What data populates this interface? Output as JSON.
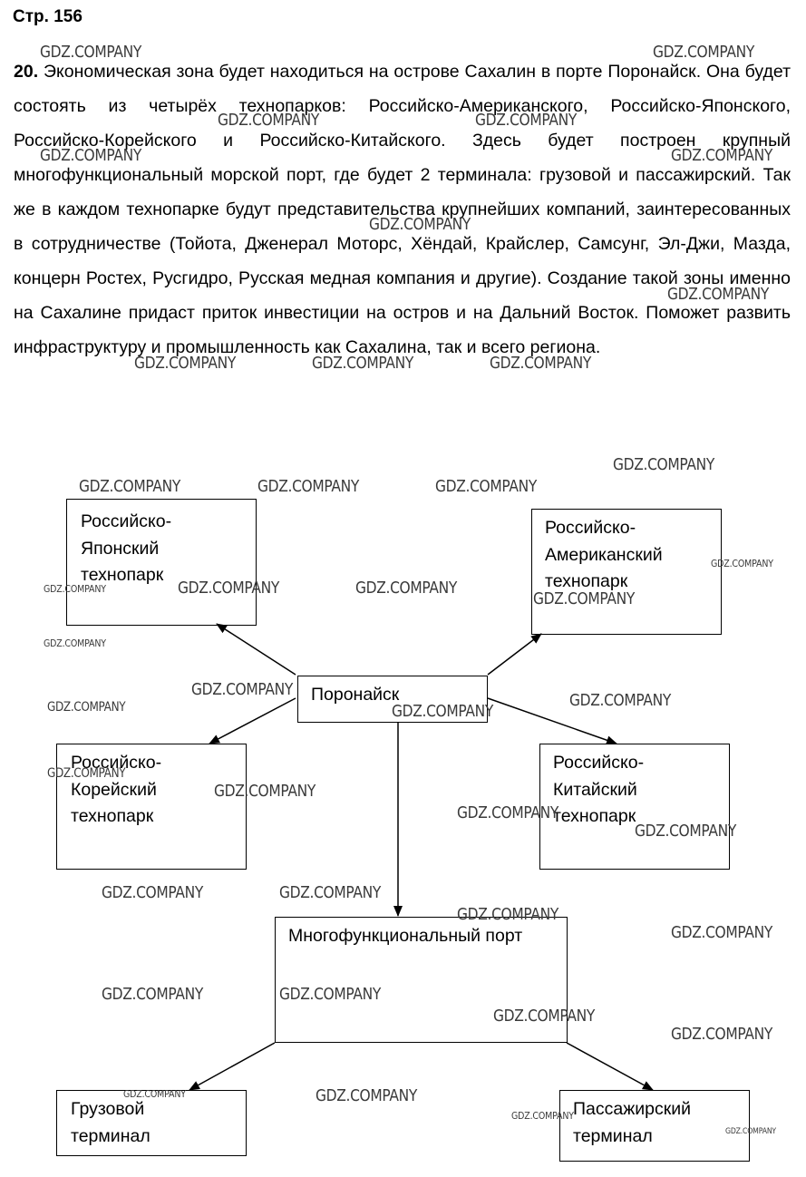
{
  "page": {
    "header": "Стр. 156"
  },
  "task": {
    "number": "20.",
    "text": "Экономическая зона будет находиться на острове Сахалин в порте Поронайск. Она будет состоять из четырёх технопарков: Российско-Американского, Российско-Японского, Российско-Корейского и Российско-Китайского. Здесь будет построен крупный многофункциональный морской порт, где будет 2 терминала: грузовой и пассажирский. Так же в каждом технопарке будут представительства крупнейших компаний, заинтересованных в сотрудничестве (Тойота, Дженерал Моторс, Хёндай, Крайслер, Самсунг, Эл-Джи, Мазда, концерн Ростех, Русгидро, Русская медная компания и другие). Создание такой зоны именно на Сахалине придаст приток инвестиции на остров и на Дальний Восток. Поможет развить инфраструктуру и промышленность как Сахалина, так и всего региона."
  },
  "diagram": {
    "center": "Поронайск",
    "japan": [
      "Российско-",
      "Японский",
      "технопарк"
    ],
    "america": [
      "Российско-",
      "Американский",
      "технопарк"
    ],
    "korea": [
      "Российско-",
      "Корейский",
      "технопарк"
    ],
    "china": [
      "Российско-",
      "Китайский",
      "технопарк"
    ],
    "port": "Многофункциональный порт",
    "cargo": [
      "Грузовой",
      "терминал"
    ],
    "passenger": [
      "Пассажирский",
      "терминал"
    ]
  },
  "watermark": "GDZ.COMPANY"
}
